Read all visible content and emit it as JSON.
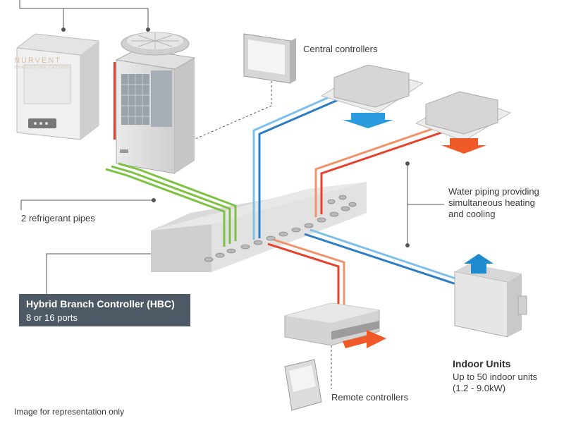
{
  "watermark": {
    "brand": "NURVENT",
    "tagline": "ИНЖЕНЕРНЫЕ СИСТЕМЫ"
  },
  "labels": {
    "central_controllers": "Central controllers",
    "refrigerant_pipes": "2 refrigerant pipes",
    "water_piping_line1": "Water piping providing",
    "water_piping_line2": "simultaneous heating",
    "water_piping_line3": "and cooling",
    "hbc_title": "Hybrid Branch Controller (HBC)",
    "hbc_ports": "8 or 16 ports",
    "indoor_units_title": "Indoor Units",
    "indoor_units_line1": "Up to 50 indoor units",
    "indoor_units_line2": "(1.2 - 9.0kW)",
    "remote_controllers": "Remote controllers",
    "footnote": "Image for representation only"
  },
  "colors": {
    "refrigerant_pipe": "#7dc242",
    "hot_water": "#e8402a",
    "hot_water_light": "#f0936b",
    "cold_water": "#2b7cc4",
    "cold_water_light": "#7ec0ea",
    "hbc_label_bg": "#4d5a66",
    "unit_body": "#d9d9d9"
  }
}
